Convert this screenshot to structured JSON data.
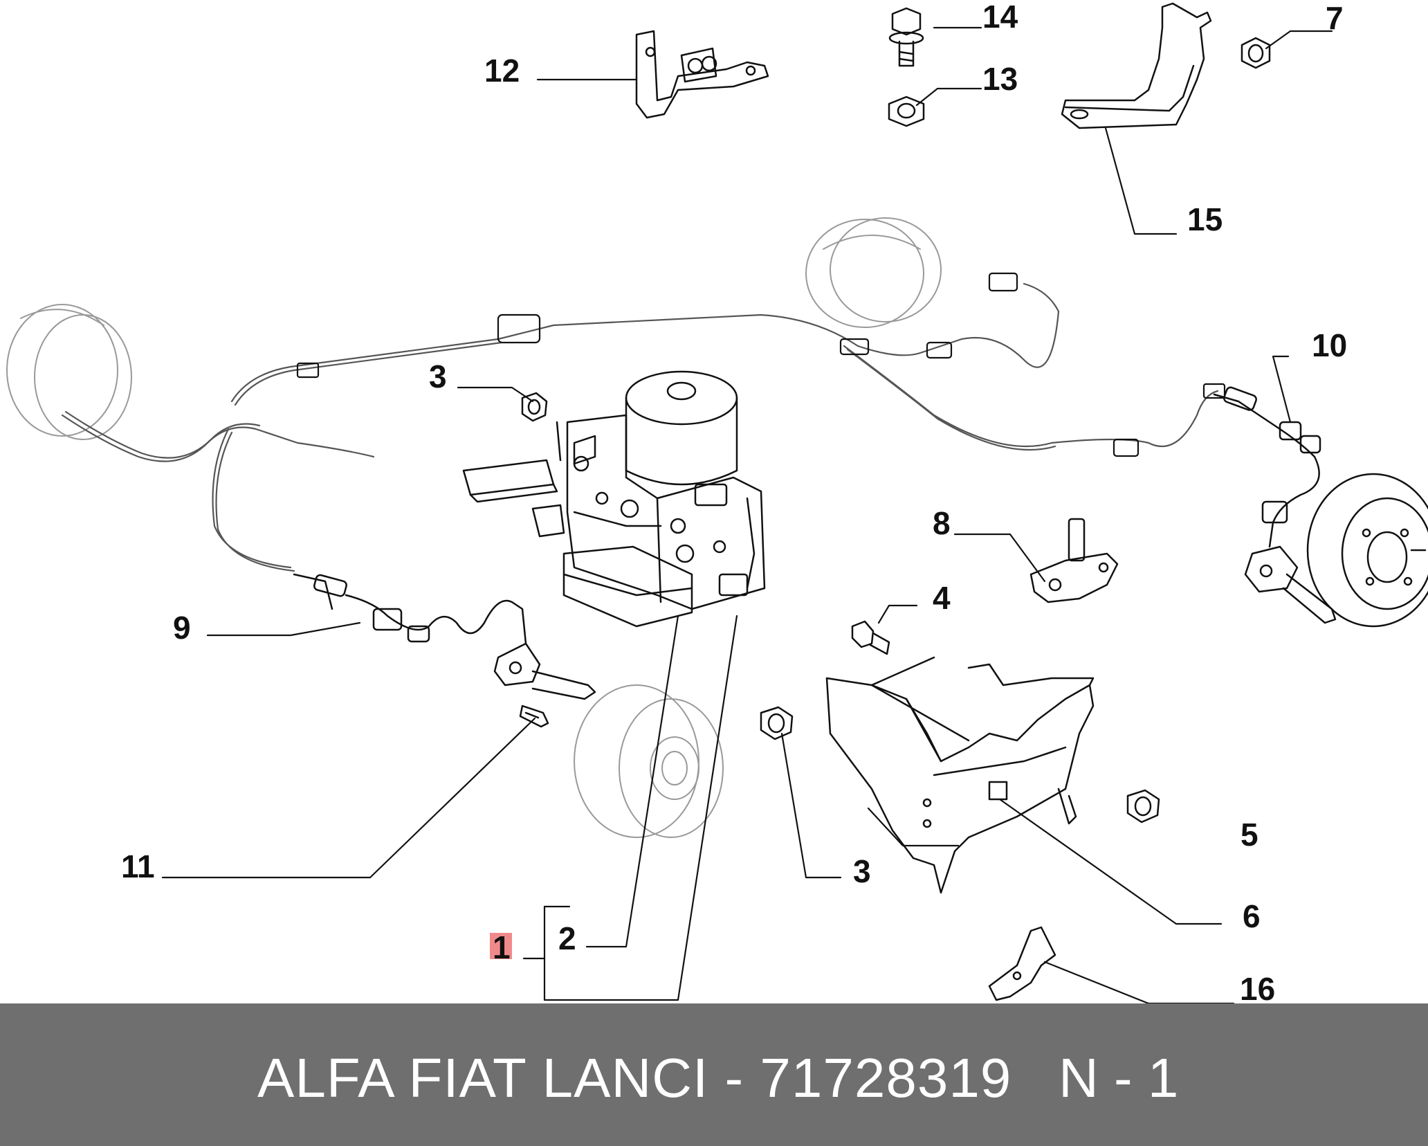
{
  "diagram": {
    "callouts": {
      "c1": "1",
      "c2": "2",
      "c3a": "3",
      "c3b": "3",
      "c4": "4",
      "c5": "5",
      "c6": "6",
      "c7": "7",
      "c8": "8",
      "c9": "9",
      "c10": "10",
      "c11": "11",
      "c12": "12",
      "c13": "13",
      "c14": "14",
      "c15": "15",
      "c16": "16"
    },
    "highlighted_callout": "1",
    "highlight_color": "#f08a8a",
    "line_color": "#111111"
  },
  "footer": {
    "part_text": "ALFA FIAT LANCI - 71728319",
    "suffix": "N - 1",
    "background_color": "#6f6f6f",
    "text_color": "#ffffff"
  }
}
